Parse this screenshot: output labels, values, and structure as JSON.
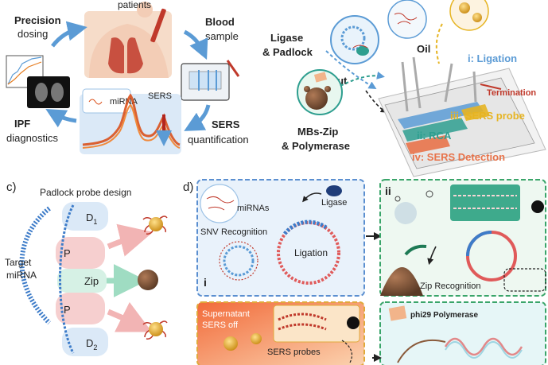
{
  "workflow": {
    "patients": "patients",
    "precision_line1": "Precision",
    "precision_line2": "dosing",
    "blood_line1": "Blood",
    "blood_line2": "sample",
    "sers_line1": "SERS",
    "sers_line2": "quantification",
    "ipf_line1": "IPF",
    "ipf_line2": "diagnostics",
    "mirna": "miRNA",
    "sers_peak": "SERS"
  },
  "chip": {
    "ligase_line1": "Ligase",
    "ligase_line2": "& Padlock",
    "oil": "Oil",
    "out": "Out",
    "mbs_line1": "MBs-Zip",
    "mbs_line2": "& Polymerase",
    "step_i": "i: Ligation",
    "termination": "Termination",
    "step_iii": "iii: SERS probe",
    "step_ii": "ii: RCA",
    "step_iv": "iv: SERS Detection"
  },
  "panel_c": {
    "letter": "c)",
    "title": "Padlock probe design",
    "target_line1": "Target",
    "target_line2": "miRNA",
    "d1": "D",
    "d1_sub": "1",
    "p_top": "P",
    "zip": "Zip",
    "p_bottom": "P",
    "d2": "D",
    "d2_sub": "2"
  },
  "panel_d": {
    "letter": "d)",
    "mirnas": "miRNAs",
    "ligase": "Ligase",
    "snv": "SNV",
    "recognition": "Recognition",
    "ligation": "Ligation",
    "roman_i": "i",
    "roman_ii": "ii",
    "zip_recognition": "Zip Recognition",
    "supernatant": "Supernatant",
    "sers_off": "SERS off",
    "sers_probes": "SERS probes",
    "phi29": "phi29 Polymerase"
  },
  "colors": {
    "arrow_blue": "#5b9bd5",
    "ligation_blue": "#5b9bd5",
    "termination_red": "#c0392b",
    "sers_probe_gold": "#e6b422",
    "rca_teal": "#2e9e8f",
    "detection_orange": "#e8734a",
    "panel_i_border": "#5b8fd0",
    "panel_ii_border": "#3aa56a",
    "panel_iii_border": "#e0a93a",
    "spectrum_red": "#d9480f"
  },
  "icons": [
    "lung-icon",
    "blood-tube-icon",
    "ct-scan-icon",
    "microfluidic-chip-icon",
    "magnetic-bead-icon",
    "gold-nanoparticle-icon"
  ]
}
